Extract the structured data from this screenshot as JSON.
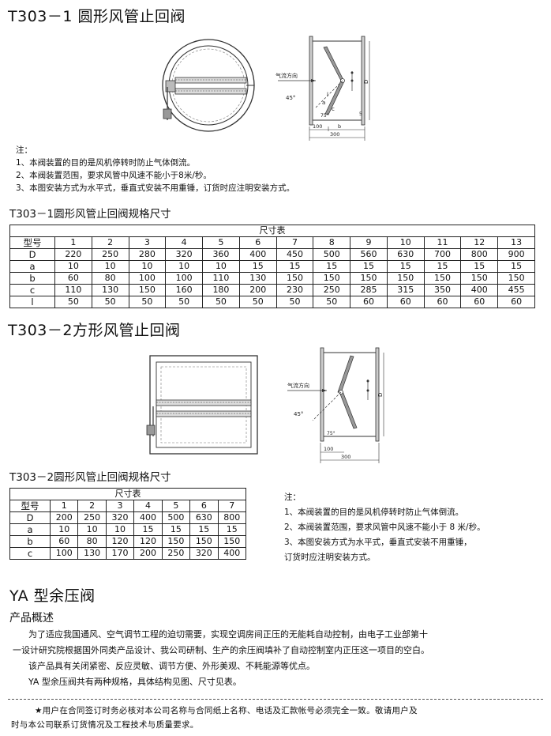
{
  "section1": {
    "title": "T303－1 圆形风管止回阀",
    "notes_label": "注：",
    "notes": [
      "1、本阀装置的目的是风机停转时防止气体倒流。",
      "2、本阀装置范围，要求风管中风速不能小于8米/秒。",
      "3、本图安装方式为水平式，垂直式安装不用重锤，订货时应注明安装方式。"
    ],
    "diagram_labels": {
      "airflow": "气流方向",
      "angle45": "45°",
      "angle75": "75°",
      "D": "D",
      "a": "a",
      "b": "b",
      "c": "c",
      "l": "l",
      "five": "5",
      "w100": "100",
      "w300": "300"
    },
    "table_title": "T303－1圆形风管止回阀规格尺寸",
    "table": {
      "caption": "尺寸表",
      "corner": "型号",
      "columns": [
        "1",
        "2",
        "3",
        "4",
        "5",
        "6",
        "7",
        "8",
        "9",
        "10",
        "11",
        "12",
        "13"
      ],
      "rows": [
        {
          "label": "D",
          "values": [
            "220",
            "250",
            "280",
            "320",
            "360",
            "400",
            "450",
            "500",
            "560",
            "630",
            "700",
            "800",
            "900"
          ]
        },
        {
          "label": "a",
          "values": [
            "10",
            "10",
            "10",
            "10",
            "10",
            "15",
            "15",
            "15",
            "15",
            "15",
            "15",
            "15",
            "15"
          ]
        },
        {
          "label": "b",
          "values": [
            "60",
            "80",
            "100",
            "100",
            "110",
            "130",
            "150",
            "150",
            "150",
            "150",
            "150",
            "150",
            "150"
          ]
        },
        {
          "label": "c",
          "values": [
            "110",
            "130",
            "150",
            "160",
            "180",
            "200",
            "230",
            "250",
            "285",
            "315",
            "350",
            "400",
            "455"
          ]
        },
        {
          "label": "l",
          "values": [
            "50",
            "50",
            "50",
            "50",
            "50",
            "50",
            "50",
            "50",
            "60",
            "60",
            "60",
            "60",
            "60"
          ]
        }
      ]
    }
  },
  "section2": {
    "title": "T303－2方形风管止回阀",
    "diagram_labels": {
      "airflow": "气流方向",
      "angle45": "45°",
      "angle75": "75°",
      "D": "D",
      "w100": "100",
      "w300": "300"
    },
    "table_title": "T303－2圆形风管止回阀规格尺寸",
    "table": {
      "caption": "尺寸表",
      "corner": "型号",
      "columns": [
        "1",
        "2",
        "3",
        "4",
        "5",
        "6",
        "7"
      ],
      "rows": [
        {
          "label": "D",
          "values": [
            "200",
            "250",
            "320",
            "400",
            "500",
            "630",
            "800"
          ]
        },
        {
          "label": "a",
          "values": [
            "10",
            "10",
            "10",
            "15",
            "15",
            "15",
            "15"
          ]
        },
        {
          "label": "b",
          "values": [
            "60",
            "80",
            "120",
            "120",
            "150",
            "150",
            "150"
          ]
        },
        {
          "label": "c",
          "values": [
            "100",
            "130",
            "170",
            "200",
            "250",
            "320",
            "400"
          ]
        }
      ]
    },
    "notes_label": "注：",
    "notes": [
      "1、本阀装置的目的是风机停转时防止气体倒流。",
      "2、本阀装置范围，要求风管中风速不能小于 8 米/秒。",
      "3、本图安装方式为水平式，垂直式安装不用重锤，",
      "订货时应注明安装方式。"
    ]
  },
  "section3": {
    "title": "YA 型余压阀",
    "subtitle": "产品概述",
    "paragraphs": [
      "为了适应我国通风、空气调节工程的迫切需要，实现空调房间正压的无能耗自动控制，由电子工业部第十",
      "一设计研究院根据国外同类产品设计、我公司研制、生产的余压阀填补了自动控制室内正压这一项目的空白。",
      "该产品具有关闭紧密、反应灵敏、调节方便、外形美观、不耗能源等优点。",
      "YA 型余压阀共有两种规格，具体结构见图、尺寸见表。"
    ]
  },
  "footer": {
    "lines": [
      "★用户在合同签订时务必核对本公司名称与合同纸上名称、电话及汇款帐号必须完全一致。敬请用户及",
      "时与本公司联系订货情况及工程技术与质量要求。"
    ]
  }
}
